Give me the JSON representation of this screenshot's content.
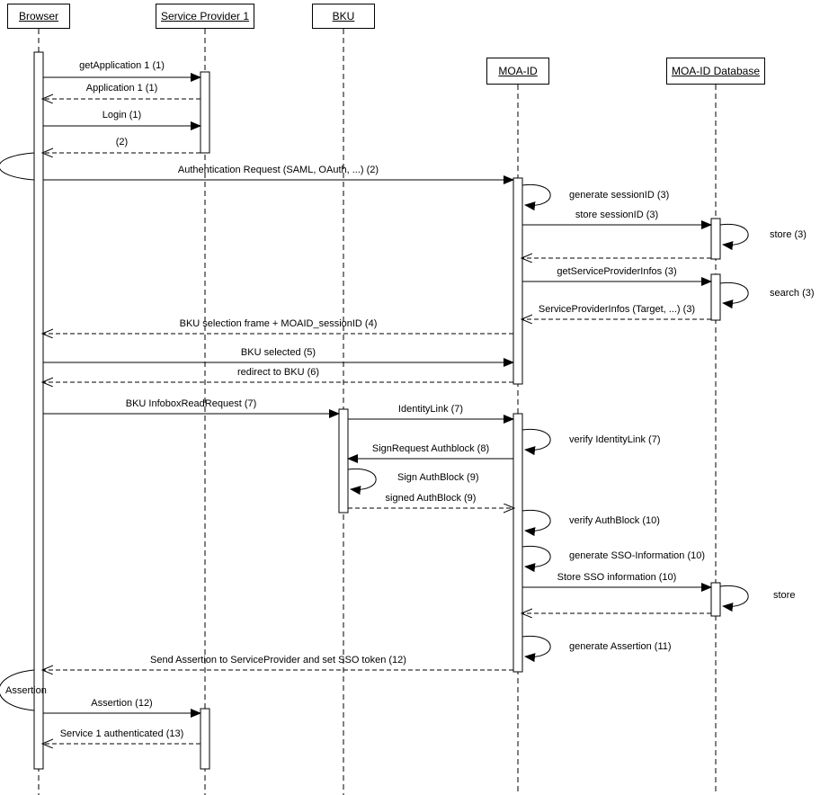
{
  "diagram": {
    "type": "uml-sequence",
    "background": "#ffffff",
    "line_color": "#000000"
  },
  "actors": [
    {
      "label": "Browser"
    },
    {
      "label": "Service Provider 1"
    },
    {
      "label": "BKU"
    },
    {
      "label": "MOA-ID"
    },
    {
      "label": "MOA-ID Database"
    }
  ],
  "messages": {
    "get_application": "getApplication 1 (1)",
    "application": "Application 1 (1)",
    "login": "Login (1)",
    "login_response": "(2)",
    "auth_request": "Authentication Request (SAML, OAuth, ...) (2)",
    "generate_session_id": "generate sessionID (3)",
    "store_session_id": "store sessionID (3)",
    "store_3": "store (3)",
    "get_sp_infos": "getServiceProviderInfos (3)",
    "search_3": "search (3)",
    "sp_infos": "ServiceProviderInfos (Target, ...) (3)",
    "bku_selection_frame": "BKU selection frame + MOAID_sessionID (4)",
    "bku_selected": "BKU selected (5)",
    "redirect_to_bku": "redirect to BKU (6)",
    "bku_infobox_read_request": "BKU InfoboxReadRequest (7)",
    "identity_link": "IdentityLink (7)",
    "verify_identity_link": "verify IdentityLink (7)",
    "sign_request_authblock": "SignRequest Authblock (8)",
    "sign_authblock": "Sign AuthBlock (9)",
    "signed_authblock": "signed AuthBlock (9)",
    "verify_authblock": "verify AuthBlock (10)",
    "generate_sso_information": "generate SSO-Information (10)",
    "store_sso_information": "Store SSO information (10)",
    "store_plain": "store",
    "generate_assertion": "generate Assertion (11)",
    "send_assertion": "Send Assertion to ServiceProvider and set SSO token (12)",
    "assertion_loop": "Assertion",
    "assertion_12": "Assertion (12)",
    "service_authenticated": "Service 1 authenticated (13)"
  }
}
